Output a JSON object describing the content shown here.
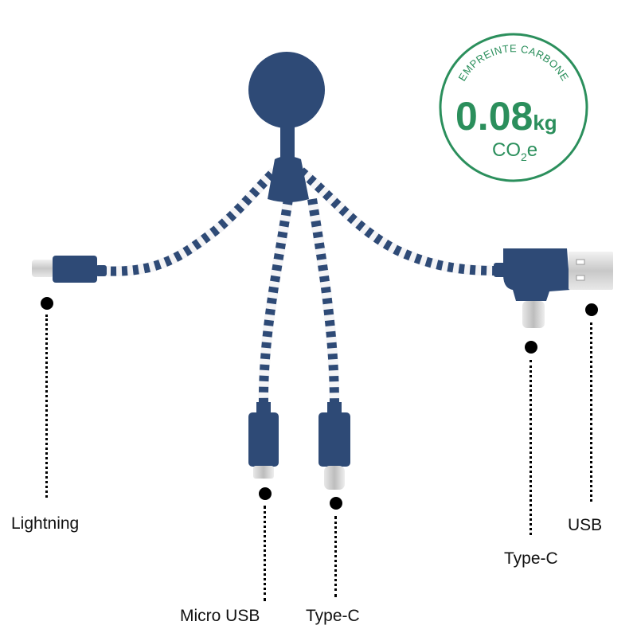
{
  "badge": {
    "arc_text": "EMPREINTE CARBONE",
    "value": "0.08",
    "unit": "kg",
    "gas": "CO",
    "gas_sub": "2",
    "gas_suffix": "e",
    "color": "#2b8f5c"
  },
  "product_color": "#2e4a76",
  "labels": {
    "lightning": "Lightning",
    "micro_usb": "Micro USB",
    "type_c_center": "Type-C",
    "type_c_right": "Type-C",
    "usb": "USB"
  }
}
